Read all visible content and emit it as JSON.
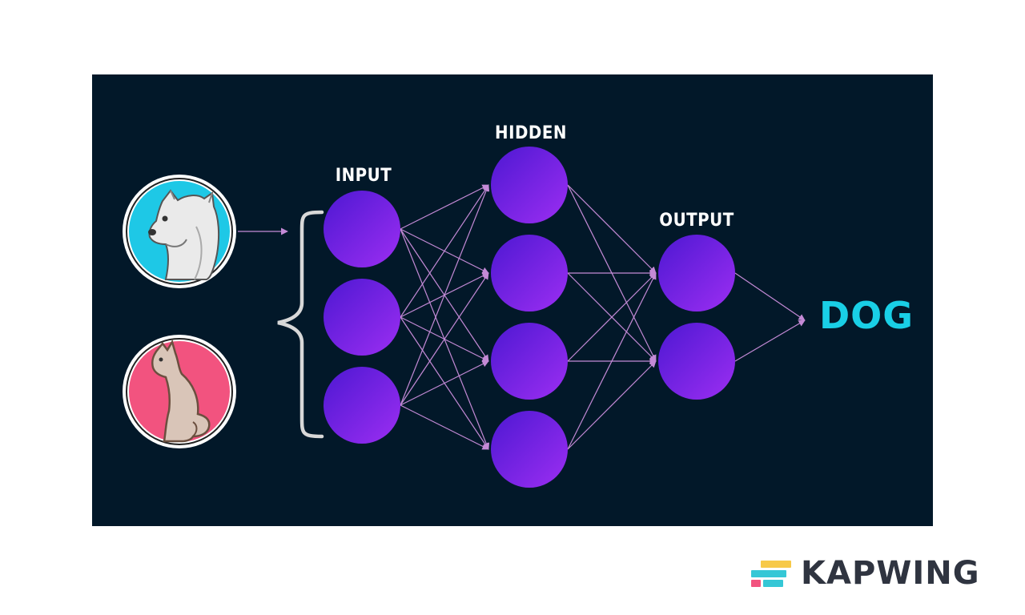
{
  "diagram": {
    "labels": {
      "input": "INPUT",
      "hidden": "HIDDEN",
      "output": "OUTPUT",
      "result": "DOG"
    },
    "examples": [
      "dog-icon",
      "cat-icon"
    ],
    "layers": [
      {
        "name": "INPUT",
        "nodes": 3
      },
      {
        "name": "HIDDEN",
        "nodes": 4
      },
      {
        "name": "OUTPUT",
        "nodes": 2
      }
    ],
    "colors": {
      "background": "#021829",
      "node_from": "#4f1ad6",
      "node_to": "#9a2cf0",
      "edge": "#c48ad6",
      "result": "#19cfe6",
      "dog_circle": "#1ec8e6",
      "cat_circle": "#f2537f"
    }
  },
  "watermark": {
    "text": "KAPWING",
    "icon": "kapwing-logo-icon"
  }
}
